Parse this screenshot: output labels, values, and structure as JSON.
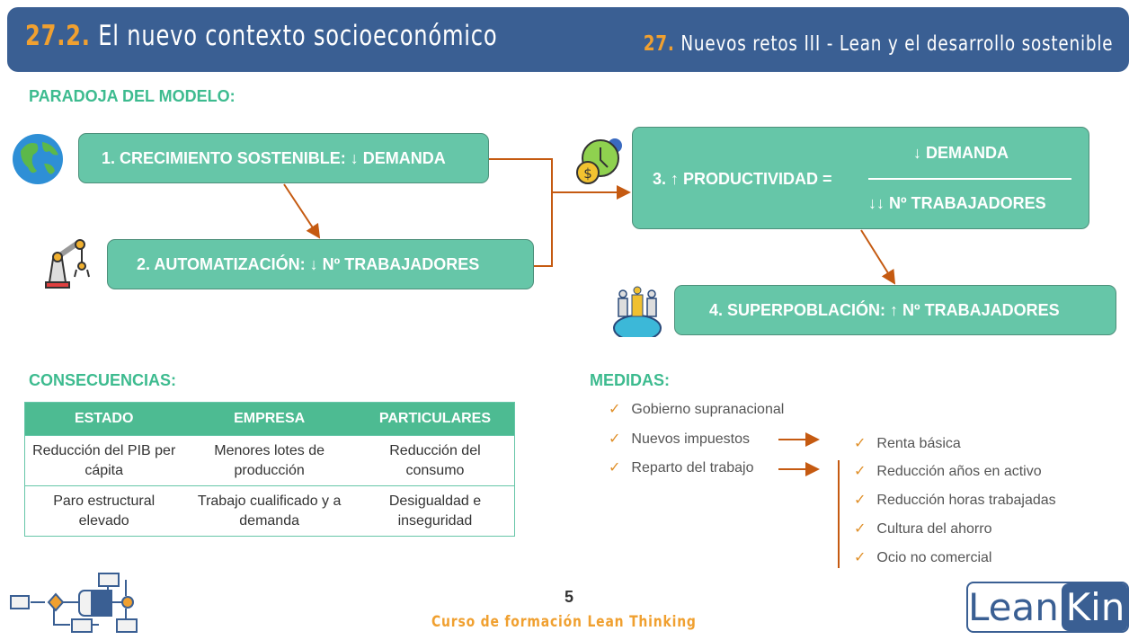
{
  "header": {
    "section_num": "27.2.",
    "section_title": "El nuevo contexto socioeconómico",
    "course_num": "27.",
    "course_title": "Nuevos retos III - Lean y el desarrollo sostenible"
  },
  "paradox": {
    "heading": "PARADOJA DEL MODELO:",
    "box1": "1. CRECIMIENTO SOSTENIBLE: ↓ DEMANDA",
    "box2": "2. AUTOMATIZACIÓN: ↓ Nº TRABAJADORES",
    "box3_label": "3. ↑ PRODUCTIVIDAD =",
    "box3_num": "↓ DEMANDA",
    "box3_den": "↓↓ Nº TRABAJADORES",
    "box4": "4. SUPERPOBLACIÓN: ↑ Nº TRABAJADORES"
  },
  "consequences": {
    "heading": "CONSECUENCIAS:",
    "columns": [
      "ESTADO",
      "EMPRESA",
      "PARTICULARES"
    ],
    "rows": [
      [
        "Reducción del PIB per cápita",
        "Menores lotes de producción",
        "Reducción del consumo"
      ],
      [
        "Paro estructural elevado",
        "Trabajo cualificado y a demanda",
        "Desigualdad e inseguridad"
      ]
    ]
  },
  "measures": {
    "heading": "MEDIDAS:",
    "check": "✓",
    "items": [
      "Gobierno supranacional",
      "Nuevos impuestos",
      "Reparto del trabajo"
    ],
    "sub_items": [
      "Renta básica",
      "Reducción años en activo",
      "Reducción horas trabajadas",
      "Cultura del ahorro",
      "Ocio no comercial"
    ]
  },
  "footer": {
    "page": "5",
    "course": "Curso de formación Lean Thinking",
    "logo_a": "Lean",
    "logo_b": "Kin"
  }
}
